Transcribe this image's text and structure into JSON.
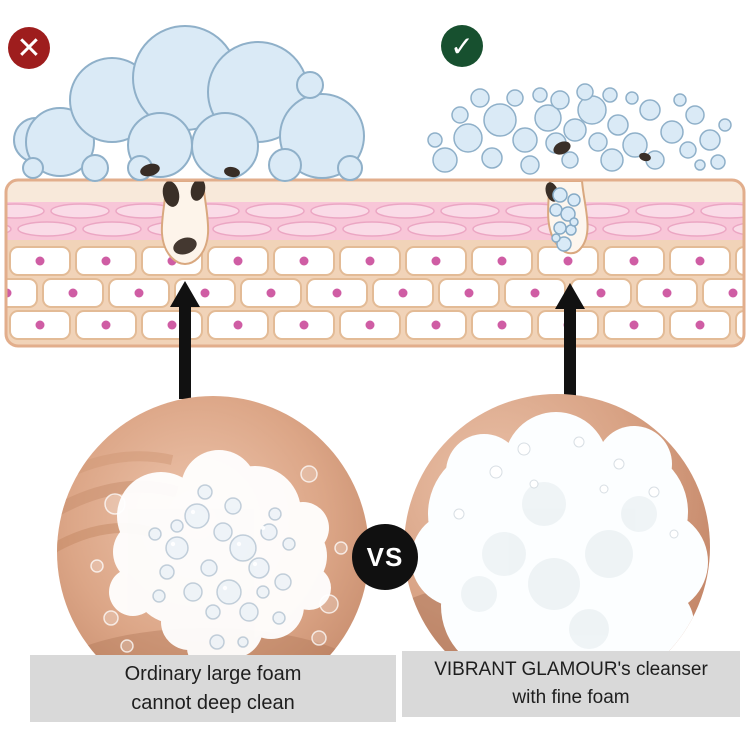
{
  "badges": {
    "bad": {
      "glyph": "✕",
      "color": "#9e1d1d"
    },
    "good": {
      "glyph": "✓",
      "color": "#17502f"
    }
  },
  "vs_badge": {
    "label": "VS",
    "background": "#101010",
    "text_color": "#ffffff"
  },
  "captions": {
    "left": {
      "line1": "Ordinary large foam",
      "line2": "cannot deep clean"
    },
    "right": {
      "line1": "VIBRANT GLAMOUR's cleanser",
      "line2": "with fine foam"
    }
  },
  "colors": {
    "bubble_fill": "#daeaf6",
    "bubble_stroke": "#8fb0c9",
    "skin_band": "#f6e2cf",
    "skin_outline": "#e2ae8c",
    "dermis_pink": "#f8c6d8",
    "cell_dot_pink": "#cf5da4",
    "sebum_dark": "#3a2f27",
    "caption_background": "#d9d9d9",
    "arrow_color": "#111111"
  }
}
